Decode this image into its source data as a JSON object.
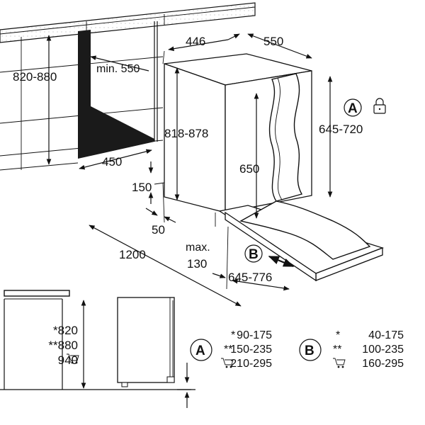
{
  "labels": {
    "cabinet_height": "820-880",
    "min_depth": "min. 550",
    "depth_450": "450",
    "niche_height": "818-878",
    "width_446": "446",
    "depth_550": "550",
    "door_height_a": "645-720",
    "door_height_650": "650",
    "dim_150": "150",
    "dim_50": "50",
    "dim_1200": "1200",
    "max_label": "max.",
    "max_130": "130",
    "door_b": "645-776"
  },
  "markers": {
    "a_letter": "A",
    "b_letter": "B",
    "lock_icon": "lock-icon",
    "cart_icon": "cart-icon"
  },
  "heights": {
    "h1_prefix": "*",
    "h1": "820",
    "h2_prefix": "**",
    "h2": "880",
    "h3": "940"
  },
  "table_a": [
    {
      "mark": "*",
      "value": "90-175"
    },
    {
      "mark": "**",
      "value": "150-235"
    },
    {
      "mark": "",
      "value": "210-295"
    }
  ],
  "table_b": [
    {
      "mark": "*",
      "value": "40-175"
    },
    {
      "mark": "**",
      "value": "100-235"
    },
    {
      "mark": "",
      "value": "160-295"
    }
  ]
}
